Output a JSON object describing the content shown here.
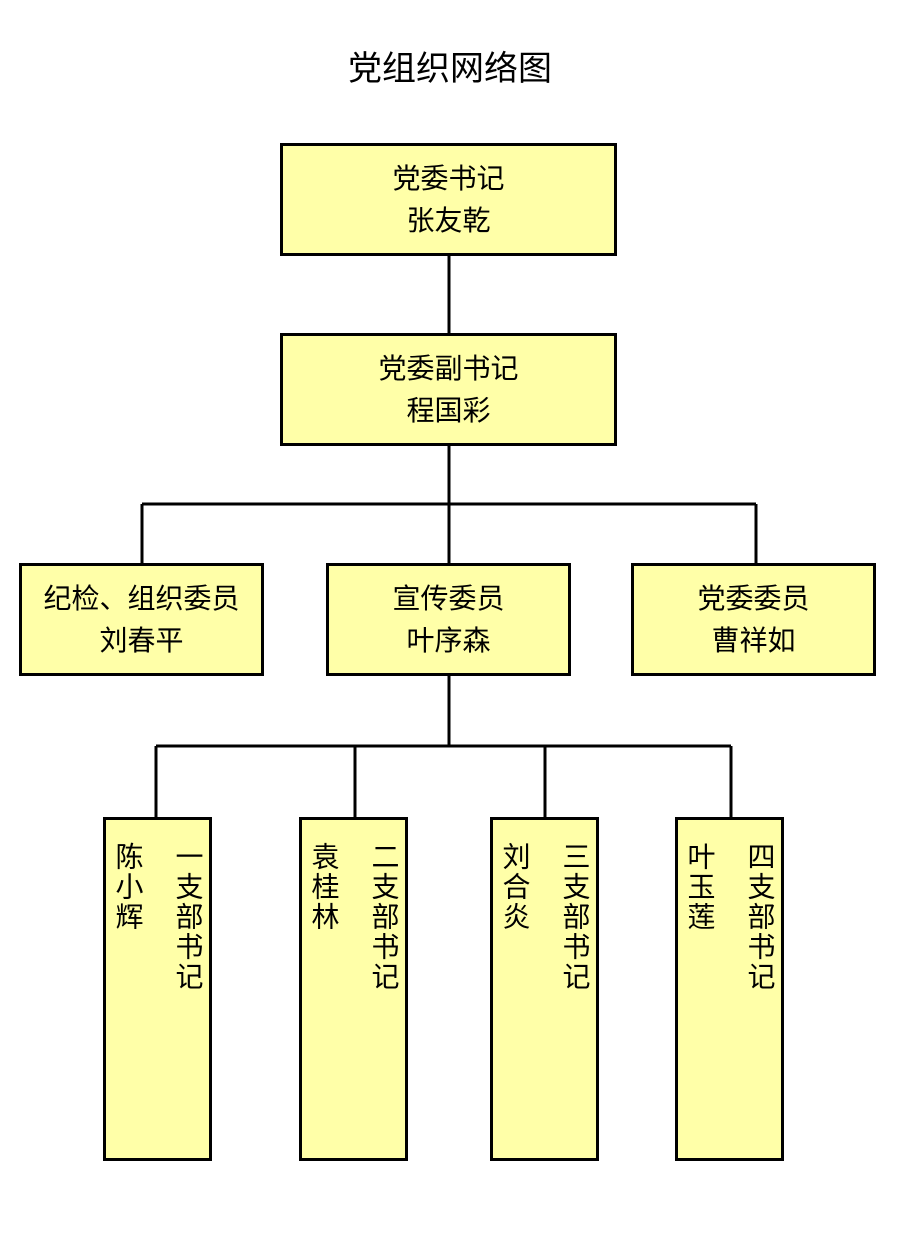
{
  "title": "党组织网络图",
  "secretary": {
    "role": "党委书记",
    "name": "张友乾"
  },
  "deputy": {
    "role": "党委副书记",
    "name": "程国彩"
  },
  "committee": [
    {
      "role": "纪检、组织委员",
      "name": "刘春平"
    },
    {
      "role": "宣传委员",
      "name": "叶序森"
    },
    {
      "role": "党委委员",
      "name": "曹祥如"
    }
  ],
  "branches": [
    {
      "role": "一支部书记",
      "name": "陈小辉"
    },
    {
      "role": "二支部书记",
      "name": "袁桂林"
    },
    {
      "role": "三支部书记",
      "name": "刘合炎"
    },
    {
      "role": "四支部书记",
      "name": "叶玉莲"
    }
  ],
  "colors": {
    "box_fill": "#ffffa8",
    "border": "#000000"
  }
}
